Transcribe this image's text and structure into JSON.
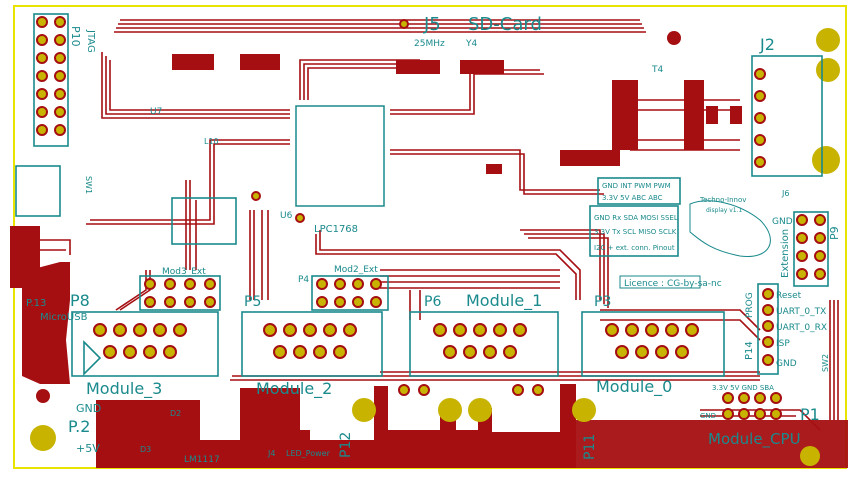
{
  "colors": {
    "background": "#ffffff",
    "copper": "#a50f12",
    "silkscreen": "#1a8a8c",
    "board_outline": "#e8e400",
    "drill": "#c8b400",
    "via": "#c7c7c7"
  },
  "labels": {
    "j5": "J5",
    "sdcard": "SD-Card",
    "j2": "J2",
    "p10": "P10",
    "jtag": "JTAG",
    "p1": "P1",
    "p2": "P.2",
    "p3": "P3",
    "p4": "P4",
    "p5": "P5",
    "p6": "P6",
    "p8": "P8",
    "p9": "P9",
    "p11": "P11",
    "p12": "P12",
    "p13": "P.13",
    "p14": "P14",
    "module_1": "Module_1",
    "module_0": "Module_0",
    "module_2": "Module_2",
    "module_3": "Module_3",
    "module_cpu": "Module_CPU",
    "mod3_ext": "Mod3_Ext",
    "mod2_ext": "Mod2_Ext",
    "microusb": "MicroUSB",
    "licence": "Licence : CG-by-sa-nc",
    "gnd": "GND",
    "plus5v": "+5V",
    "lm1117": "LM1117",
    "led_power": "LED_Power",
    "reset": "Reset",
    "uart0_tx": "UART_0_TX",
    "uart0_rx": "UART_0_RX",
    "isp": "ISP",
    "prog": "PROG",
    "extension": "Extension",
    "lpc1768": "LPC1768",
    "crystal_25mhz": "25MHz",
    "y4": "Y4",
    "u6": "U6",
    "u7": "U7",
    "t4": "T4",
    "j4": "J4",
    "j6": "J6",
    "sw1": "SW1",
    "sw2": "SW2",
    "d2": "D2",
    "d3": "D3",
    "l10": "L10",
    "gnd_pins": "GND INT PWM PWM",
    "v_pins": "3.3V 5V ABC ABC",
    "sda_row": "GND Rx SDA MOSI SSEL",
    "scl_row": "3.3V Tx SCL MISO SCLK",
    "conn_pinout": "I2C + ext. conn. Pinout",
    "techno_logo": "Techno-Innov",
    "techno_sub": "display v1.1",
    "cpu_pins": "3.3V 5V GND SBA"
  }
}
